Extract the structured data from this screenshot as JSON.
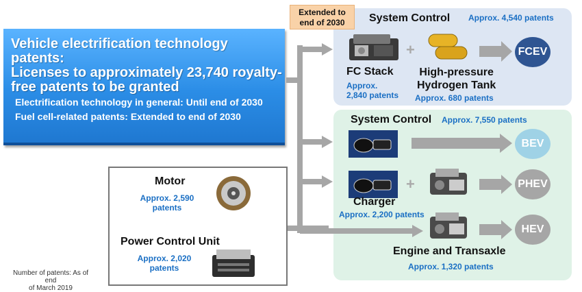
{
  "extended_badge": [
    "Extended to",
    "end of 2030"
  ],
  "intro": {
    "title": [
      "Vehicle electrification technology patents:",
      "Licenses to approximately 23,740 royalty-",
      "free patents to be granted"
    ],
    "line1": "Electrification technology in general: Until end of 2030",
    "line2": "Fuel cell-related patents: Extended to end of 2030"
  },
  "fc_panel": {
    "system_control": "System Control",
    "system_patents": "Approx. 4,540 patents",
    "fc_stack": "FC Stack",
    "fc_stack_patents": [
      "Approx.",
      "2,840 patents"
    ],
    "tank": [
      "High-pressure",
      "Hydrogen Tank"
    ],
    "tank_patents": "Approx. 680 patents",
    "plus": "+",
    "target": "FCEV"
  },
  "ev_panel": {
    "system_control": "System Control",
    "system_patents": "Approx. 7,550 patents",
    "bev": "BEV",
    "charger": "Charger",
    "charger_patents": "Approx. 2,200 patents",
    "plus": "+",
    "phev": "PHEV",
    "hev": "HEV",
    "engine": "Engine and Transaxle",
    "engine_patents": "Approx. 1,320 patents"
  },
  "motor_box": {
    "motor": "Motor",
    "motor_patents": [
      "Approx. 2,590",
      "patents"
    ],
    "pcu": "Power Control Unit",
    "pcu_patents": [
      "Approx. 2,020",
      "patents"
    ]
  },
  "note": [
    "Number of patents: As of end",
    "of March 2019"
  ],
  "colors": {
    "fcev": "#2f5592",
    "bev": "#9fd2e6",
    "gray": "#a6a6a6",
    "patent_blue": "#1a6fc4"
  }
}
